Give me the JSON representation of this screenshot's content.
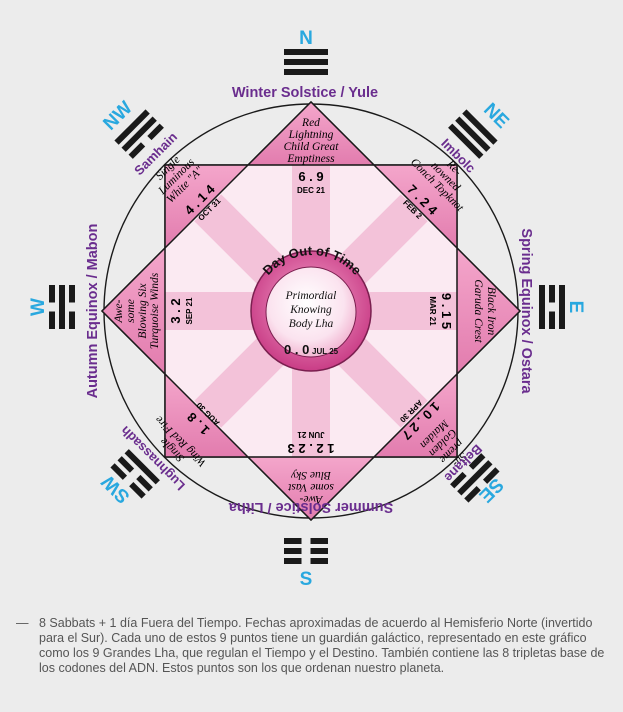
{
  "colors": {
    "direction": "#29a8df",
    "season": "#6a2d8e",
    "square": "#f4c6dc",
    "triangle": "#e487b4",
    "ray": "#f1c1d7",
    "line": "#1a1a1a"
  },
  "directions": {
    "n": "N",
    "ne": "NE",
    "e": "E",
    "se": "SE",
    "s": "S",
    "sw": "SW",
    "w": "W",
    "nw": "NW"
  },
  "seasons": {
    "north": "Winter Solstice / Yule",
    "south": "Summer Solstice / Litha",
    "east": "Spring Equinox / Ostara",
    "west": "Autumn Equinox / Mabon"
  },
  "sabbats": {
    "ne": "Imbolc",
    "se": "Beltane",
    "sw": "Lughnassadh",
    "nw": "Samhain"
  },
  "center": {
    "title": "Day Out of Time",
    "lha_lines": [
      "Primordial",
      "Knowing",
      "Body Lha"
    ],
    "number": "0 . 0",
    "date": "JUL 25"
  },
  "points": {
    "n": {
      "lha_lines": [
        "Red",
        "Lightning",
        "Child Great",
        "Emptiness"
      ],
      "number": "6 . 9",
      "date": "DEC 21"
    },
    "ne": {
      "lha_lines": [
        "Re-",
        "nowned",
        "Conch Topknot"
      ],
      "number": "7 . 2 4",
      "date": "FEB 2"
    },
    "e": {
      "lha_lines": [
        "Black Iron",
        "Garuda Crest"
      ],
      "number": "9 . 1 5",
      "date": "MAR 21"
    },
    "se": {
      "lha_lines": [
        "Su-",
        "preme",
        "Golden",
        "Maiden"
      ],
      "number": "1 0 . 2 7",
      "date": "APR 30"
    },
    "s": {
      "lha_lines": [
        "Awe-",
        "some Vast",
        "Blue Sky"
      ],
      "number": "1 2 . 2 3",
      "date": "JUN 21"
    },
    "sw": {
      "lha_lines": [
        "Single",
        "Wing Red Fire"
      ],
      "number": "1 . 8",
      "date": "AUG 30"
    },
    "w": {
      "lha_lines": [
        "Awe-",
        "some",
        "Blowing Six",
        "Turquoise Winds"
      ],
      "number": "3 . 2",
      "date": "SEP 21"
    },
    "nw": {
      "lha_lines": [
        "Single",
        "Luminous",
        "White \"A\""
      ],
      "number": "4 . 1 4",
      "date": "OCT 31"
    }
  },
  "trigrams": {
    "n": [
      1,
      1,
      1
    ],
    "ne": [
      1,
      1,
      1
    ],
    "e": [
      1,
      0,
      1
    ],
    "se": [
      0,
      1,
      0
    ],
    "s": [
      0,
      0,
      0
    ],
    "sw": [
      0,
      0,
      1
    ],
    "w": [
      0,
      1,
      0
    ],
    "nw": [
      1,
      1,
      0
    ]
  },
  "caption": {
    "dash": "—",
    "text": "8 Sabbats + 1 día Fuera del Tiempo. Fechas aproximadas de acuerdo al Hemisferio Norte (invertido para el Sur). Cada uno de estos 9 puntos tiene un guardián galáctico, representado en este gráfico como los 9 Grandes Lha, que regulan el Tiempo y el Destino. También contiene las 8 tripletas base de los codones del ADN. Estos puntos son los que ordenan nuestro planeta."
  }
}
